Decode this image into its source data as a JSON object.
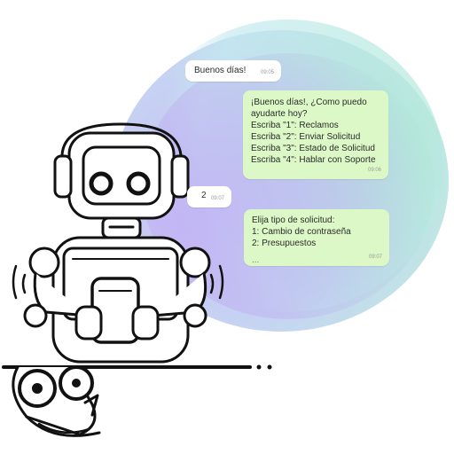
{
  "chat": {
    "messages": [
      {
        "sender": "user",
        "lines": [
          "Buenos días!"
        ],
        "time": "09:05"
      },
      {
        "sender": "bot",
        "lines": [
          "¡Buenos días!, ¿Como puedo",
          "ayudarte hoy?",
          "Escriba \"1\": Reclamos",
          "Escriba \"2\": Enviar Solicitud",
          "Escriba \"3\": Estado de Solicitud",
          "Escriba \"4\": Hablar con Soporte"
        ],
        "time": "09:06"
      },
      {
        "sender": "user",
        "lines": [
          "2"
        ],
        "time": "09:07"
      },
      {
        "sender": "bot",
        "lines": [
          "Elija tipo de solicitud:",
          "1: Cambio de contraseña",
          "2: Presupuestos",
          "..."
        ],
        "time": "09:07"
      }
    ]
  },
  "colors": {
    "user_bubble": "#ffffff",
    "bot_bubble": "#dcf8c6",
    "backdrop_purple": "#b9a6f0",
    "backdrop_mint": "#a9e2d8",
    "robot_outline": "#111111"
  },
  "illustration": {
    "icon": "robot-icon",
    "holding": "smartphone-icon"
  }
}
